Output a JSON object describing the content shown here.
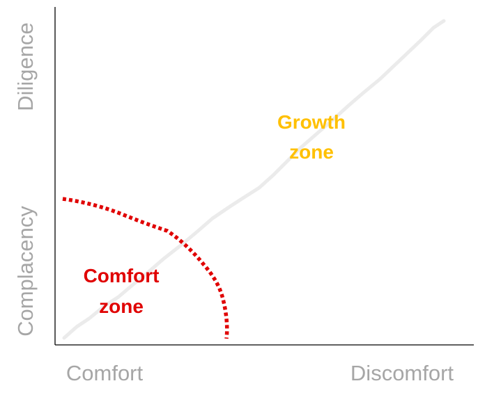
{
  "y_axis": {
    "top_label": "Diligence",
    "bottom_label": "Complacency"
  },
  "x_axis": {
    "left_label": "Comfort",
    "right_label": "Discomfort"
  },
  "zones": {
    "growth": {
      "line1": "Growth",
      "line2": "zone",
      "color": "#ffc000"
    },
    "comfort": {
      "line1": "Comfort",
      "line2": "zone",
      "color": "#e00000"
    }
  },
  "colors": {
    "axis_label": "#a6a6a6",
    "diagonal_line": "#ebebeb",
    "comfort_boundary": "#e00000"
  }
}
